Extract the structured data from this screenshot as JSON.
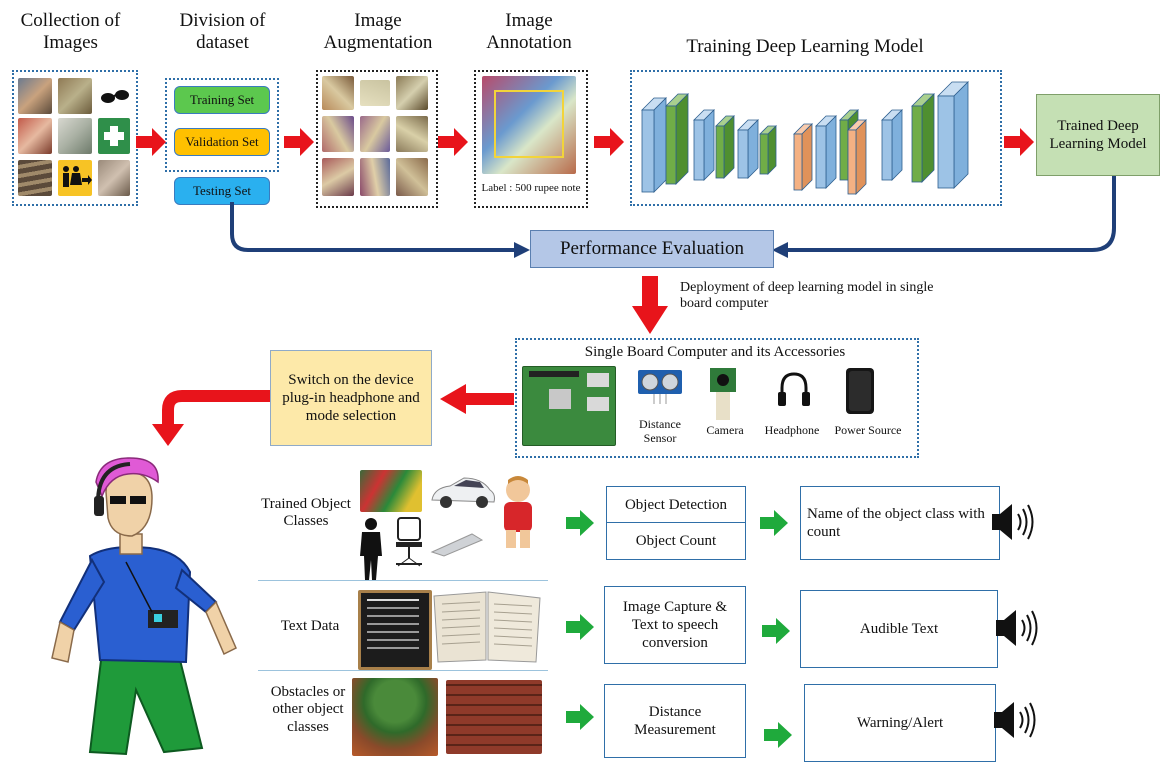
{
  "stages": {
    "collection": "Collection of Images",
    "division": "Division of dataset",
    "augmentation": "Image Augmentation",
    "annotation": "Image Annotation",
    "training": "Training Deep Learning Model",
    "trained_model": "Trained Deep Learning Model"
  },
  "dataset_splits": {
    "training": "Training Set",
    "validation": "Validation Set",
    "testing": "Testing Set"
  },
  "annotation_label": "Label : 500 rupee note",
  "evaluation": "Performance Evaluation",
  "deployment": "Deployment of deep learning model in single board computer",
  "sbc": {
    "title": "Single Board Computer and its Accessories",
    "items": [
      "Distance Sensor",
      "Camera",
      "Headphone",
      "Power Source"
    ]
  },
  "switch_on": "Switch on the device plug-in headphone and mode selection",
  "modes": [
    {
      "input": "Trained Object Classes",
      "process": [
        "Object Detection",
        "Object Count"
      ],
      "output": "Name of the object class with count"
    },
    {
      "input": "Text Data",
      "process": [
        "Image Capture & Text to speech conversion"
      ],
      "output": "Audible Text"
    },
    {
      "input": "Obstacles or other object classes",
      "process": [
        "Distance Measurement"
      ],
      "output": "Warning/Alert"
    }
  ],
  "colors": {
    "arrow_red": "#e8141b",
    "arrow_green": "#1faa3c",
    "flow_blue": "#1f3f78",
    "frame_blue": "#2f6fa8",
    "evaluation_fill": "#b4c7e7",
    "trained_model_fill": "#c5e0b4",
    "switch_fill": "#fde9a9",
    "training_set": "#5cc84e",
    "validation_set": "#ffc000",
    "testing_set": "#2ab0ef",
    "layer_blue": "#9dc3e6",
    "layer_green": "#70ad47",
    "layer_orange": "#f4b183"
  }
}
